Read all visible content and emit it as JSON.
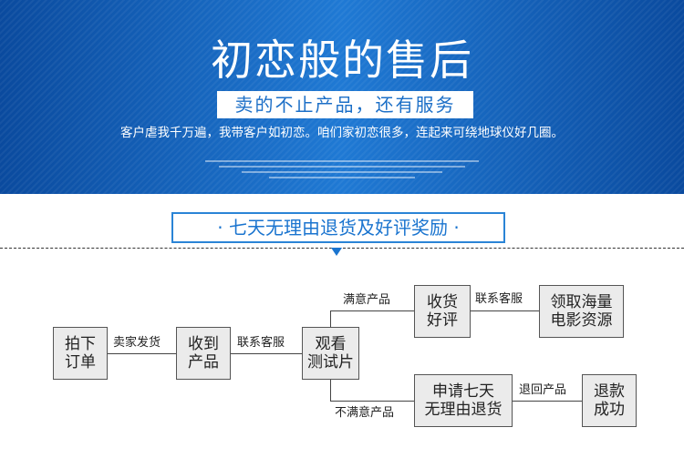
{
  "banner": {
    "title": "初恋般的售后",
    "subtitle": "卖的不止产品，还有服务",
    "description": "客户虐我千万遍，我带客户如初恋。咱们家初恋很多，连起来可绕地球仪好几圈。"
  },
  "section": {
    "heading": "· 七天无理由退货及好评奖励 ·"
  },
  "flow": {
    "nodes": {
      "order": [
        "拍下",
        "订单"
      ],
      "receive": [
        "收到",
        "产品"
      ],
      "watch": [
        "观看",
        "测试片"
      ],
      "good_review": [
        "收货",
        "好评"
      ],
      "reward": [
        "领取海量",
        "电影资源"
      ],
      "apply_return": [
        "申请七天",
        "无理由退货"
      ],
      "refund": [
        "退款",
        "成功"
      ]
    },
    "edges": {
      "seller_ship": "卖家发货",
      "contact_service_1": "联系客服",
      "satisfied": "满意产品",
      "contact_service_2": "联系客服",
      "unsatisfied": "不满意产品",
      "return_product": "退回产品"
    }
  },
  "colors": {
    "banner_blue": "#1f79d4",
    "accent_blue": "#1a74cf",
    "box_fill": "#ebebeb"
  }
}
